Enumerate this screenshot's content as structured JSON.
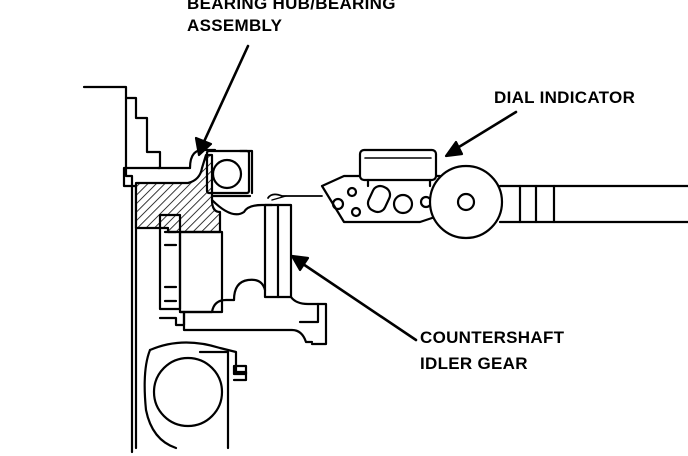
{
  "labels": {
    "bearing_hub_line1": "BEARING HUB/BEARING",
    "bearing_hub_line2": "ASSEMBLY",
    "dial_indicator": "DIAL INDICATOR",
    "countershaft_line1": "COUNTERSHAFT",
    "countershaft_line2": "IDLER GEAR"
  },
  "colors": {
    "ink": "#000000",
    "paper": "#ffffff"
  }
}
